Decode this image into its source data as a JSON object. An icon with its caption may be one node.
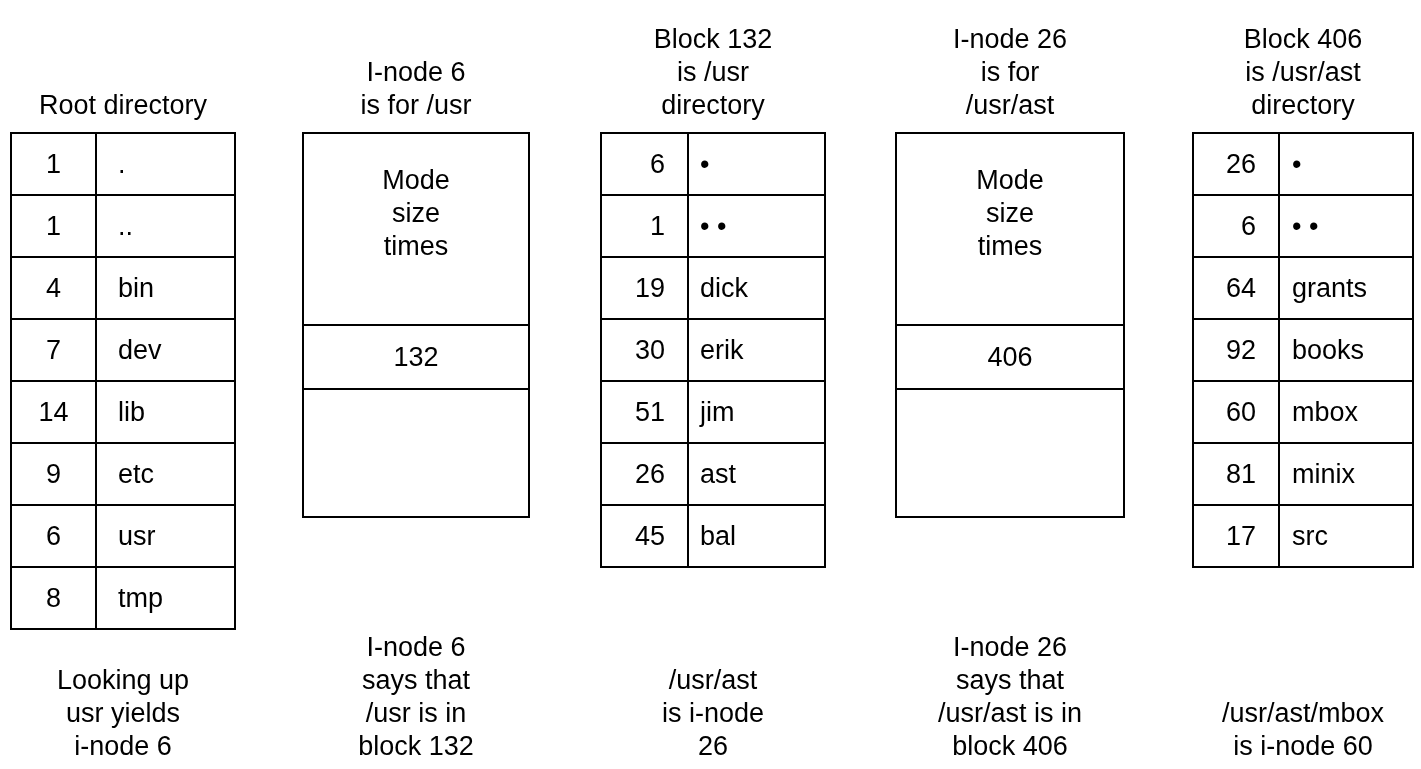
{
  "diagram": {
    "nodes": [
      {
        "text": [
          "Root directory"
        ],
        "beside": [
          "Looking up usr yields i-node 6"
        ]
      },
      {
        "text": [
          "1",
          "."
        ],
        "in": 0
      },
      {
        "text": [
          "1",
          ".."
        ],
        "in": 0
      },
      {
        "text": [
          "4",
          "bin"
        ],
        "in": 0
      },
      {
        "text": [
          "7",
          "dev"
        ],
        "in": 0
      },
      {
        "text": [
          "14",
          "lib"
        ],
        "in": 0
      },
      {
        "text": [
          "9",
          "etc"
        ],
        "in": 0
      },
      {
        "text": [
          "6",
          "usr"
        ],
        "in": 0
      },
      {
        "text": [
          "8",
          "tmp"
        ],
        "in": 0
      },
      {
        "text": [
          "I-node 6 is for /usr"
        ],
        "beside": [
          "I-node 6 says that /usr is in block 132"
        ]
      },
      {
        "text": [
          "Mode size times"
        ],
        "in": 9
      },
      {
        "text": [
          "132"
        ],
        "in": 9
      },
      {
        "text": [],
        "shape": "box",
        "in": 9
      },
      {
        "text": [
          "Block 132 is /usr directory"
        ],
        "beside": [
          "/usr/ast is i-node 26"
        ]
      },
      {
        "text": [
          "6",
          "•"
        ],
        "in": 13
      },
      {
        "text": [
          "1",
          "• •"
        ],
        "in": 13
      },
      {
        "text": [
          "19",
          "dick"
        ],
        "in": 13
      },
      {
        "text": [
          "30",
          "erik"
        ],
        "in": 13
      },
      {
        "text": [
          "51",
          "jim"
        ],
        "in": 13
      },
      {
        "text": [
          "26",
          "ast"
        ],
        "in": 13
      },
      {
        "text": [
          "45",
          "bal"
        ],
        "in": 13
      },
      {
        "text": [
          "I-node 26 is for /usr/ast"
        ],
        "beside": [
          "I-node 26 says that /usr/ast is in block 406"
        ]
      },
      {
        "text": [
          "Mode size times"
        ],
        "in": 21
      },
      {
        "text": [
          "406"
        ],
        "in": 21
      },
      {
        "text": [],
        "shape": "box",
        "in": 21
      },
      {
        "text": [
          "Block 406 is /usr/ast directory"
        ],
        "beside": [
          "/usr/ast/mbox is i-node 60"
        ]
      },
      {
        "text": [
          "26",
          "•"
        ],
        "in": 25
      },
      {
        "text": [
          "6",
          "• •"
        ],
        "in": 25
      },
      {
        "text": [
          "64",
          "grants"
        ],
        "in": 25
      },
      {
        "text": [
          "92",
          "books"
        ],
        "in": 25
      },
      {
        "text": [
          "60",
          "mbox"
        ],
        "in": 25
      },
      {
        "text": [
          "81",
          "minix"
        ],
        "in": 25
      },
      {
        "text": [
          "17",
          "src"
        ],
        "in": 25
      }
    ],
    "edges": []
  }
}
